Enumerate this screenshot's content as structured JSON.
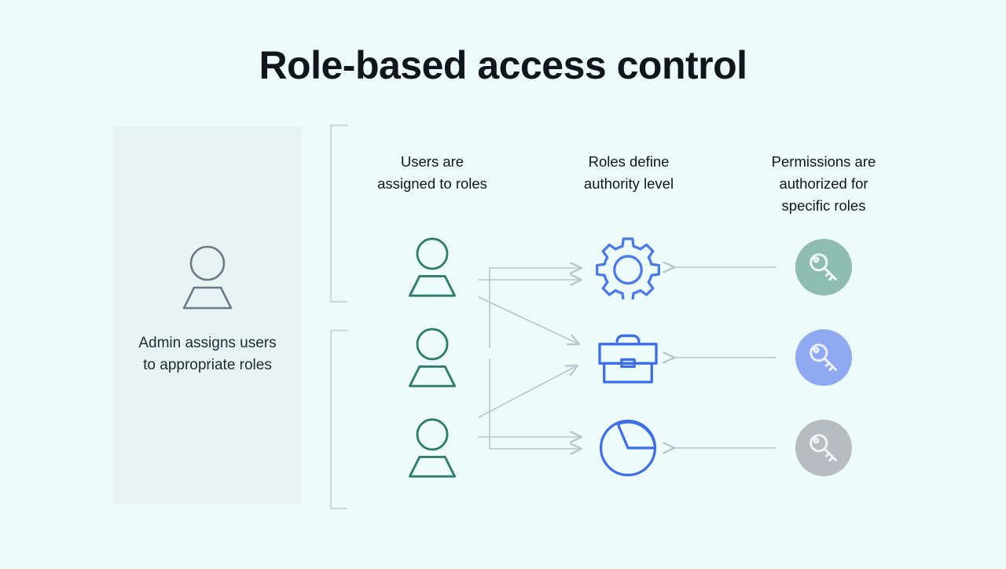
{
  "page": {
    "title": "Role-based access control",
    "background_color": "#edfbfb"
  },
  "admin_panel": {
    "panel_color": "#e8f4f3",
    "icon": "person-icon",
    "icon_color": "#6b7b87",
    "caption_line1": "Admin assigns users",
    "caption_line2": "to appropriate roles"
  },
  "columns": [
    {
      "key": "users",
      "heading_line1": "Users are",
      "heading_line2": "assigned to roles",
      "heading_line3": ""
    },
    {
      "key": "roles",
      "heading_line1": "Roles define",
      "heading_line2": "authority level",
      "heading_line3": ""
    },
    {
      "key": "permissions",
      "heading_line1": "Permissions are",
      "heading_line2": "authorized for",
      "heading_line3": "specific roles"
    }
  ],
  "users": [
    {
      "id": "user-1",
      "icon": "person-icon",
      "color": "#2e7d6e"
    },
    {
      "id": "user-2",
      "icon": "person-icon",
      "color": "#2e7d6e"
    },
    {
      "id": "user-3",
      "icon": "person-icon",
      "color": "#2e7d6e"
    }
  ],
  "roles": [
    {
      "id": "role-gear",
      "icon": "gear-icon",
      "color": "#4a7ae8"
    },
    {
      "id": "role-briefcase",
      "icon": "briefcase-icon",
      "color": "#3b6ee8"
    },
    {
      "id": "role-piechart",
      "icon": "pie-chart-icon",
      "color": "#3b6ee8"
    }
  ],
  "permissions": [
    {
      "id": "permission-1",
      "icon": "key-icon",
      "badge_color": "#8fbcb0",
      "glyph_color": "#eefbf8"
    },
    {
      "id": "permission-2",
      "icon": "key-icon",
      "badge_color": "#8fa9f2",
      "glyph_color": "#eef2fe"
    },
    {
      "id": "permission-3",
      "icon": "key-icon",
      "badge_color": "#b6bcc0",
      "glyph_color": "#f2f5f6"
    }
  ],
  "connectors": {
    "line_color": "#b9c6cb",
    "bracket_color": "#ccd9dd",
    "user_to_role_count": 6,
    "permission_to_role_count": 3
  }
}
